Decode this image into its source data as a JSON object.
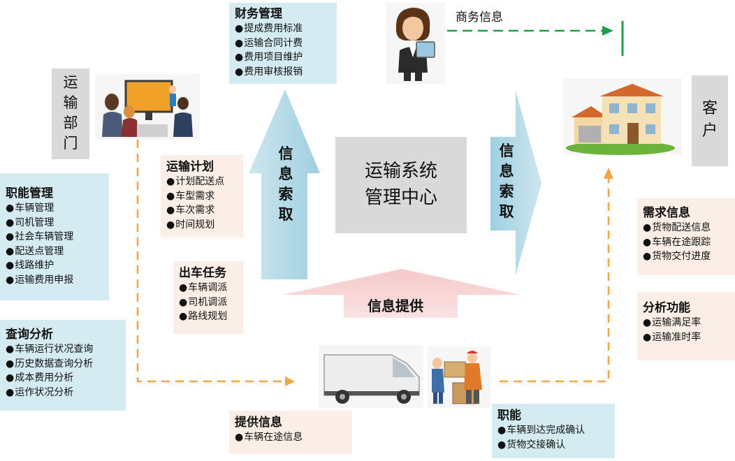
{
  "finance": {
    "title": "财务管理",
    "items": [
      "提成费用标准",
      "运输合同计费",
      "费用项目维护",
      "费用审核报销"
    ]
  },
  "business_info": "商务信息",
  "transport_dept": [
    "运",
    "输",
    "部",
    "门"
  ],
  "customer": [
    "客",
    "户"
  ],
  "center": {
    "line1": "运输系统",
    "line2": "管理中心"
  },
  "left_arrow_text": [
    "信",
    "息",
    "索",
    "取"
  ],
  "right_arrow_text": [
    "信",
    "息",
    "索",
    "取"
  ],
  "bottom_arrow_text": "信息提供",
  "function_mgmt": {
    "title": "职能管理",
    "items": [
      "车辆管理",
      "司机管理",
      "社会车辆管理",
      "配送点管理",
      "线路维护",
      "运输费用申报"
    ]
  },
  "query_analysis": {
    "title": "查询分析",
    "items": [
      "车辆运行状况查询",
      "历史数据查询分析",
      "成本费用分析",
      "运作状况分析"
    ]
  },
  "transport_plan": {
    "title": "运输计划",
    "items": [
      "计划配送点",
      "车型需求",
      "车次需求",
      "时间规划"
    ]
  },
  "dispatch_task": {
    "title": "出车任务",
    "items": [
      "车辆调派",
      "司机调派",
      "路线规划"
    ]
  },
  "provide_info": {
    "title": "提供信息",
    "items": [
      "车辆在途信息"
    ]
  },
  "duties": {
    "title": "职能",
    "items": [
      "车辆到达完成确认",
      "货物交接确认"
    ]
  },
  "demand_info": {
    "title": "需求信息",
    "items": [
      "货物配送信息",
      "车辆在途跟踪",
      "货物交付进度"
    ]
  },
  "analysis_func": {
    "title": "分析功能",
    "items": [
      "运输满足率",
      "运输准时率"
    ]
  },
  "colors": {
    "blue_box": "#d4ebf2",
    "peach_box": "#fbeee6",
    "arrow_blue": "#a9d4e2",
    "arrow_pink": "#f4bcbc",
    "dash_orange": "#f4a54a",
    "dash_green": "#1e9e4a"
  }
}
